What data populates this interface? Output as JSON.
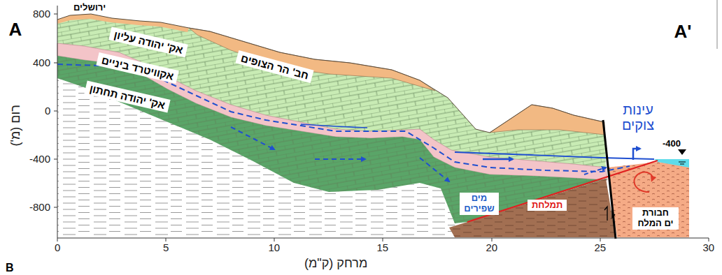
{
  "diagram": {
    "nodes": [
      {
        "text": [
          "אק' יהודה עליון"
        ]
      },
      {
        "text": [
          "אקוויטרד ביניים"
        ]
      },
      {
        "text": [
          "אק' יהודה תחתון"
        ]
      },
      {
        "text": [
          "חב' הר הצופים"
        ]
      },
      {
        "text": [
          "מים שפירים"
        ]
      },
      {
        "text": [
          "תמלחת"
        ]
      },
      {
        "text": [
          "חבורת ים המלח"
        ]
      }
    ],
    "labels": [
      "A",
      "A'",
      "ירושלים",
      "עינות צוקים",
      "-400",
      "800",
      "400",
      "0",
      "-400",
      "-800",
      "0",
      "5",
      "10",
      "15",
      "20",
      "25",
      "30",
      "רום (מ')",
      "מרחק (ק\"מ)",
      "B"
    ]
  }
}
